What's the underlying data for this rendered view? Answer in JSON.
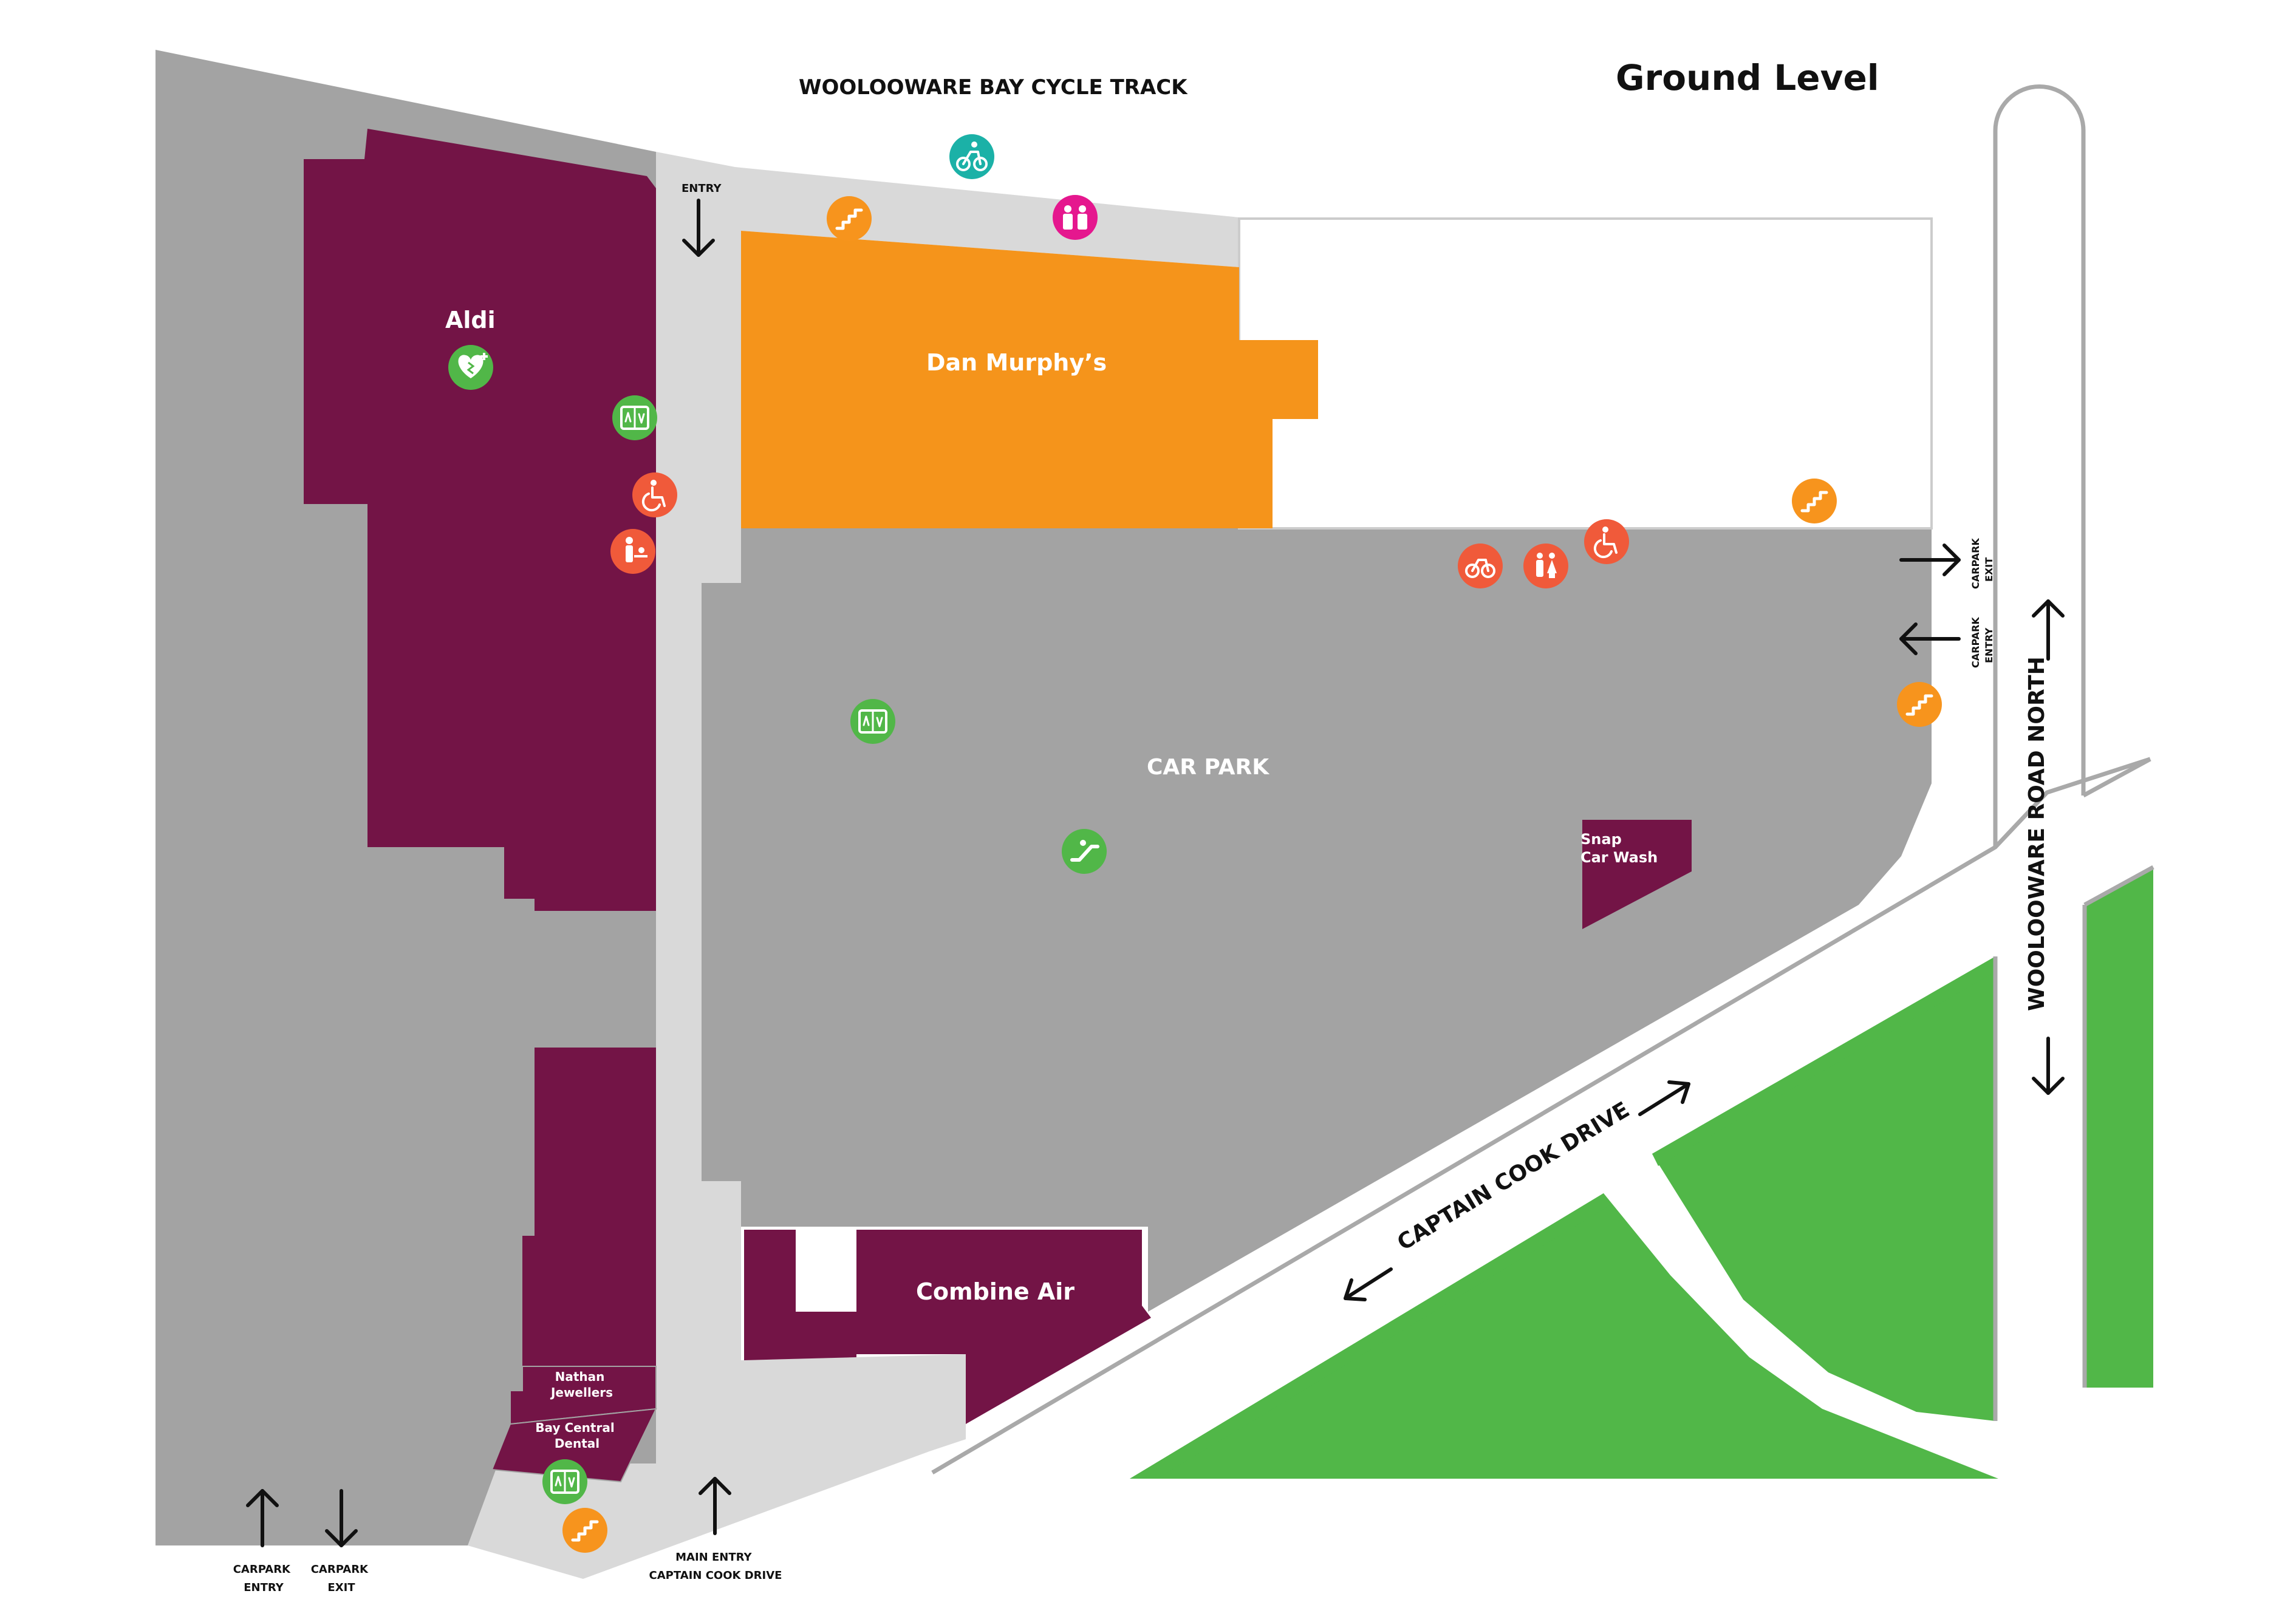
{
  "title": "Ground Level",
  "top_road": "WOOLOOWARE BAY CYCLE TRACK",
  "roads": {
    "captain_cook": "CAPTAIN COOK DRIVE",
    "wooloowware_north": "WOOLOOWARE ROAD NORTH"
  },
  "areas": {
    "aldi": "Aldi",
    "dan_murphys": "Dan Murphy’s",
    "car_park": "CAR PARK",
    "combine_air": "Combine Air",
    "snap_line1": "Snap",
    "snap_line2": "Car Wash",
    "nathan_line1": "Nathan",
    "nathan_line2": "Jewellers",
    "dental_line1": "Bay Central",
    "dental_line2": "Dental"
  },
  "labels": {
    "entry_top": "ENTRY",
    "carpark_exit_right_1": "CARPARK",
    "carpark_exit_right_2": "EXIT",
    "carpark_entry_right_1": "CARPARK",
    "carpark_entry_right_2": "ENTRY",
    "carpark_entry_bottom_1": "CARPARK",
    "carpark_entry_bottom_2": "ENTRY",
    "carpark_exit_bottom_1": "CARPARK",
    "carpark_exit_bottom_2": "EXIT",
    "main_entry_1": "MAIN ENTRY",
    "main_entry_2": "CAPTAIN COOK DRIVE"
  },
  "colors": {
    "tenant": "#731446",
    "dan_murphys": "#f5941b",
    "carpark": "#a3a3a3",
    "walkway": "#d9d9d9",
    "green": "#51b748",
    "icon_orange": "#f7941d",
    "icon_green": "#51b748",
    "icon_red": "#f05a3a",
    "icon_pink": "#e5178e",
    "icon_teal": "#1bb1a7",
    "road_line": "#a9a9a9"
  },
  "icons": [
    "cycle-path-icon",
    "stairs-icon",
    "parents-room-icon",
    "lift-icon",
    "accessible-icon",
    "baby-change-icon",
    "defibrillator-icon",
    "bicycle-parking-icon",
    "toilets-icon",
    "escalator-icon"
  ]
}
